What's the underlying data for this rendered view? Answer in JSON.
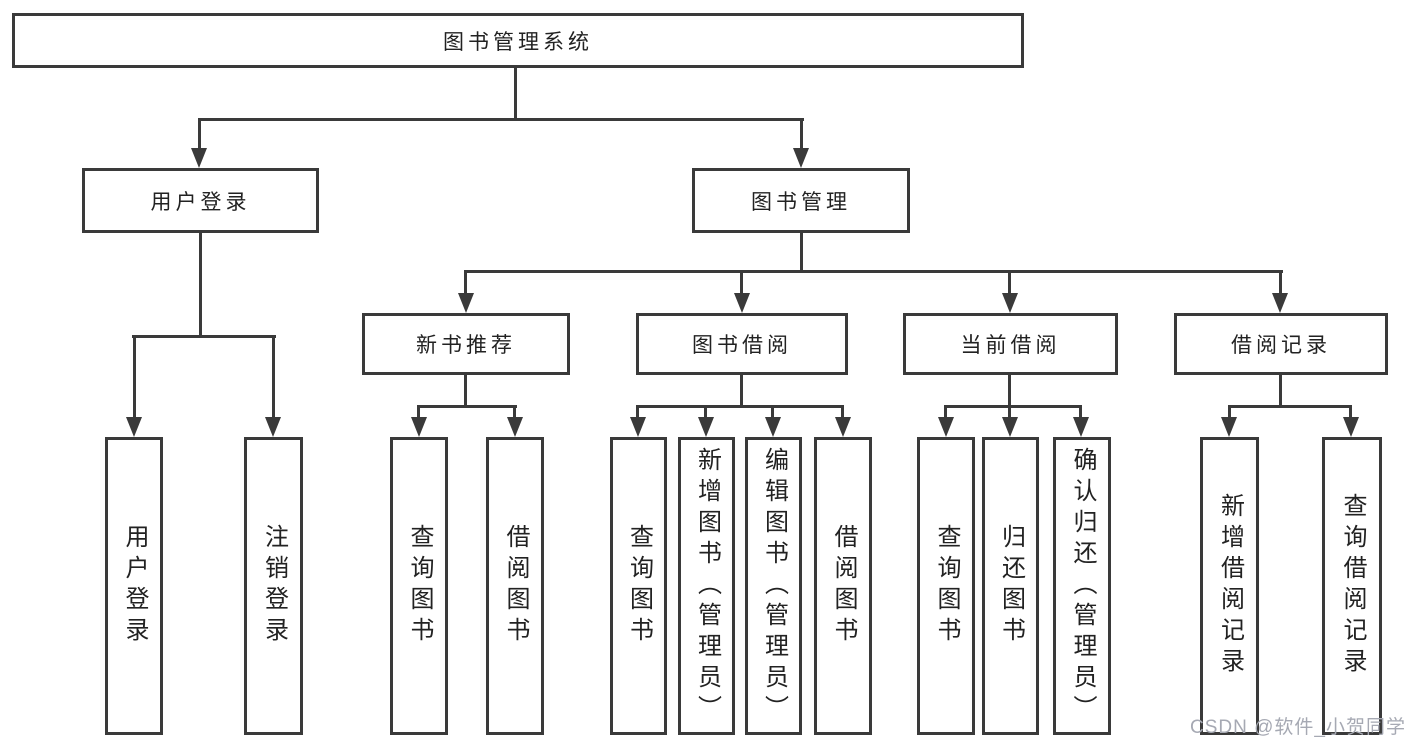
{
  "diagram": {
    "root": {
      "label": "图书管理系统"
    },
    "level2": [
      {
        "label": "用户登录"
      },
      {
        "label": "图书管理"
      }
    ],
    "level3": [
      {
        "label": "新书推荐"
      },
      {
        "label": "图书借阅"
      },
      {
        "label": "当前借阅"
      },
      {
        "label": "借阅记录"
      }
    ],
    "leaves": [
      {
        "label": "用户登录"
      },
      {
        "label": "注销登录"
      },
      {
        "label": "查询图书"
      },
      {
        "label": "借阅图书"
      },
      {
        "label": "查询图书"
      },
      {
        "label": "新增图书（管理员）"
      },
      {
        "label": "编辑图书（管理员）"
      },
      {
        "label": "借阅图书"
      },
      {
        "label": "查询图书"
      },
      {
        "label": "归还图书"
      },
      {
        "label": "确认归还（管理员）"
      },
      {
        "label": "新增借阅记录"
      },
      {
        "label": "查询借阅记录"
      }
    ]
  },
  "watermark": "CSDN @软件_小贺同学",
  "colors": {
    "line": "#3a3a3a",
    "text": "#222222",
    "watermark": "#a6a9b3",
    "background": "#ffffff"
  }
}
